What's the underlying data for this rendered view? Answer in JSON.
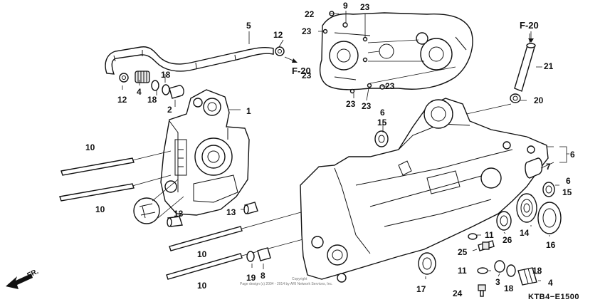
{
  "callouts": {
    "p1": "1",
    "p2": "2",
    "p3": "3",
    "p4_top": "4",
    "p4_bottom": "4",
    "p5": "5",
    "p6_a": "6",
    "p6_b": "6",
    "p6_c": "6",
    "p7": "7",
    "p8": "8",
    "p9": "9",
    "p10_a": "10",
    "p10_b": "10",
    "p10_c": "10",
    "p10_d": "10",
    "p11_a": "11",
    "p11_b": "11",
    "p12_a": "12",
    "p12_b": "12",
    "p13_a": "13",
    "p13_b": "13",
    "p14": "14",
    "p15_a": "15",
    "p15_b": "15",
    "p16": "16",
    "p17": "17",
    "p18_a": "18",
    "p18_b": "18",
    "p18_c": "18",
    "p18_d": "18",
    "p19": "19",
    "p20": "20",
    "p21": "21",
    "p22": "22",
    "p23_a": "23",
    "p23_b": "23",
    "p23_c": "23",
    "p23_d": "23",
    "p23_e": "23",
    "p23_f": "23",
    "p24": "24",
    "p25": "25",
    "p26": "26"
  },
  "references": {
    "f20_left": "F-20",
    "f20_right": "F-20"
  },
  "forward_label": "FR.",
  "diagram_code": "KTB4−E1500",
  "copyright_line1": "Copyright",
  "copyright_line2": "Page design (c) 2004 - 2014 by ARI Network Services, Inc."
}
